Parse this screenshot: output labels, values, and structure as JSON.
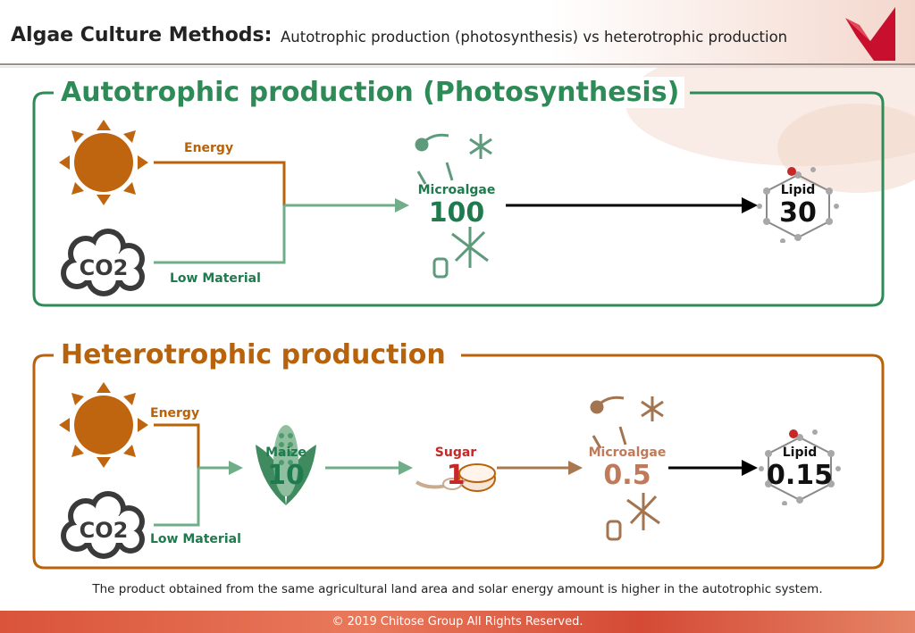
{
  "header": {
    "title": "Algae Culture Methods:",
    "subtitle": "Autotrophic production (photosynthesis) vs heterotrophic production",
    "brand_color": "#c8102e"
  },
  "autotrophic": {
    "title": "Autotrophic production (Photosynthesis)",
    "color": "#2e8b57",
    "energy_label": "Energy",
    "material_label": "Low Material",
    "co2_label": "CO2",
    "nodes": [
      {
        "name": "Microalgae",
        "value": "100"
      },
      {
        "name": "Lipid",
        "value": "30"
      }
    ]
  },
  "heterotrophic": {
    "title": "Heterotrophic production",
    "color": "#b8620a",
    "energy_label": "Energy",
    "material_label": "Low Material",
    "co2_label": "CO2",
    "nodes": [
      {
        "name": "Maize",
        "value": "10"
      },
      {
        "name": "Sugar",
        "value": "1"
      },
      {
        "name": "Microalgae",
        "value": "0.5"
      },
      {
        "name": "Lipid",
        "value": "0.15"
      }
    ]
  },
  "footer": {
    "note": "The product obtained from the same agricultural land area and solar energy amount is higher in the autotrophic system.",
    "copyright": "© 2019 Chitose Group All Rights Reserved."
  },
  "icons": [
    "sun-icon",
    "co2-cloud-icon",
    "microalgae-icon",
    "lipid-molecule-icon",
    "maize-icon",
    "sugar-icon"
  ]
}
